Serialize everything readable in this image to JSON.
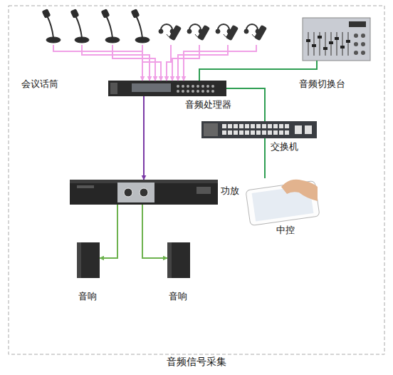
{
  "diagram": {
    "caption": "音频信号采集",
    "nodes": [
      {
        "text": [
          "会议话筒"
        ]
      },
      {
        "text": [
          "音频切换台"
        ]
      },
      {
        "text": [
          "音频处理器"
        ]
      },
      {
        "text": [
          "交换机"
        ]
      },
      {
        "text": [
          "功放"
        ]
      },
      {
        "text": [
          "中控"
        ]
      },
      {
        "text": [
          "音响"
        ]
      },
      {
        "text": [
          "音响"
        ]
      }
    ],
    "edges": [
      {
        "from": 0,
        "to": 2,
        "arrow": "to"
      },
      {
        "from": 1,
        "to": 2,
        "arrow": "none"
      },
      {
        "from": 2,
        "to": 3,
        "arrow": "none"
      },
      {
        "from": 3,
        "to": 5,
        "arrow": "none"
      },
      {
        "from": 2,
        "to": 4,
        "arrow": "to"
      },
      {
        "from": 4,
        "to": 6,
        "arrow": "to"
      },
      {
        "from": 4,
        "to": 7,
        "arrow": "to"
      }
    ]
  }
}
